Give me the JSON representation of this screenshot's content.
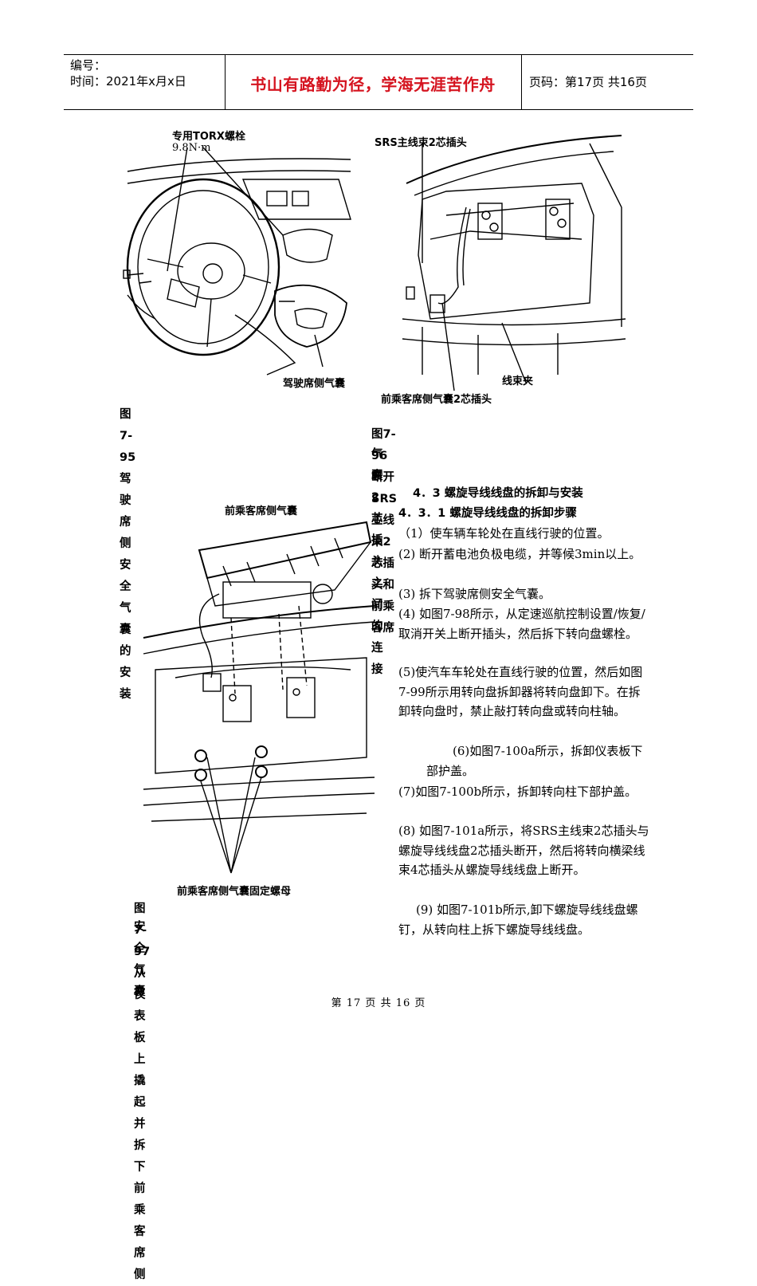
{
  "header": {
    "serial_label": "编号：",
    "date_line": "时间：2021年x月x日",
    "motto": "书山有路勤为径，学海无涯苦作舟",
    "page_info": "页码：第17页  共16页"
  },
  "fig95": {
    "label_bolt": "专用TORX螺栓",
    "label_torque": "9.8N·m",
    "label_airbag": "驾驶席侧气囊",
    "caption": "图7-95  驾驶席侧安全气囊的安装"
  },
  "fig96": {
    "label_connector": "SRS主线束2芯插头",
    "label_clip": "线束夹",
    "label_passenger_connector": "前乘客席侧气囊2芯插头",
    "caption_line1": "图7-96  断开SRS主线束2芯插头和前乘客席",
    "caption_line2": "气囊2芯插头之间的连接"
  },
  "fig97": {
    "label_top": "前乘客席侧气囊",
    "label_bottom": "前乘客席侧气囊固定螺母",
    "caption_line1": "图7-97  从仪表板上撬起并拆下前乘客席侧",
    "caption_line2": "安全气囊"
  },
  "section": {
    "heading_1": "4．3  螺旋导线线盘的拆卸与安装",
    "heading_2": "4．3．1  螺旋导线线盘的拆卸步骤",
    "steps": [
      "（1）使车辆车轮处在直线行驶的位置。",
      "(2) 断开蓄电池负极电缆，并等候3min以上。",
      "(3) 拆下驾驶席侧安全气囊。",
      "(4) 如图7-98所示，从定速巡航控制设置/恢复/取消开关上断开插头，然后拆下转向盘螺栓。",
      "(5)使汽车车轮处在直线行驶的位置，然后如图7-99所示用转向盘拆卸器将转向盘卸下。在拆卸转向盘时，禁止敲打转向盘或转向柱轴。",
      "(6)如图7-100a所示，拆卸仪表板下部护盖。",
      "(7)如图7-100b所示，拆卸转向柱下部护盖。",
      "(8) 如图7-101a所示，将SRS主线束2芯插头与螺旋导线线盘2芯插头断开，然后将转向横梁线束4芯插头从螺旋导线线盘上断开。",
      "(9) 如图7-101b所示,卸下螺旋导线线盘螺钉，从转向柱上拆下螺旋导线线盘。"
    ]
  },
  "footer": {
    "text": "第 17 页 共 16 页"
  }
}
